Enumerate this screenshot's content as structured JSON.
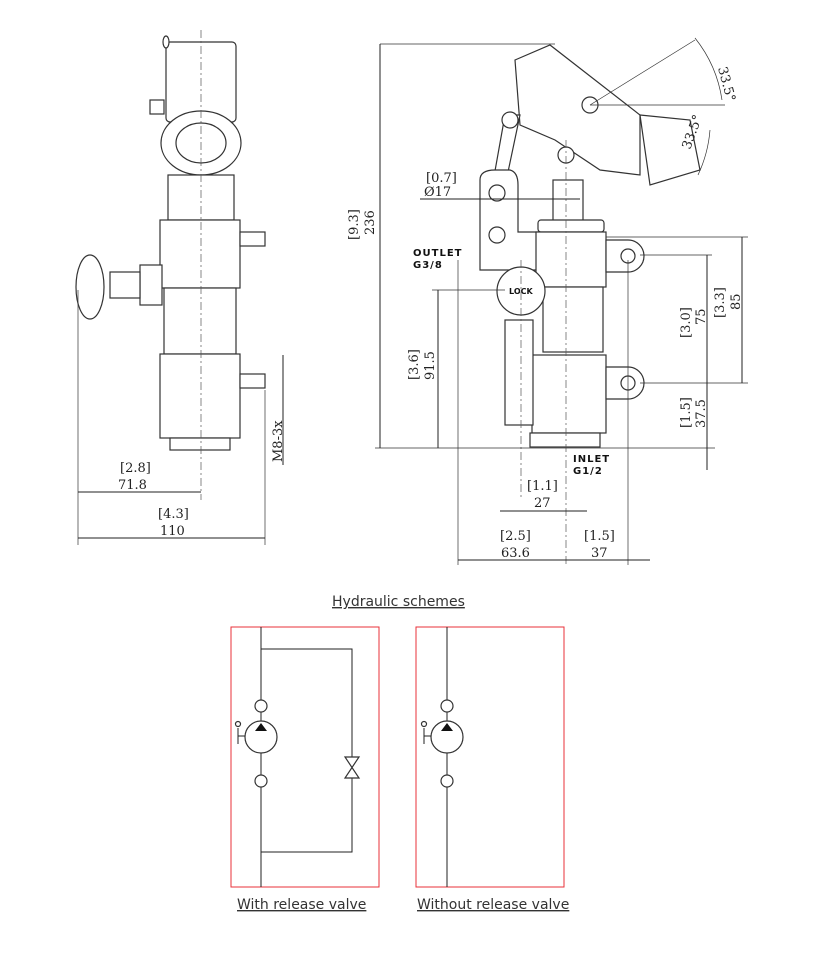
{
  "side_view": {
    "dims": {
      "width_to_axis_in": "[2.8]",
      "width_to_axis_mm": "71.8",
      "overall_width_in": "[4.3]",
      "overall_width_mm": "110",
      "mount_thread": "M8-3x"
    }
  },
  "front_view": {
    "dims": {
      "height_in": "[9.3]",
      "height_mm": "236",
      "bore_in": "[0.7]",
      "bore_mm": "Ø17",
      "outlet_height_in": "[3.6]",
      "outlet_height_mm": "91.5",
      "mount_spacing_in": "[3.0]",
      "mount_spacing_mm": "75",
      "body_height_in": "[3.3]",
      "body_height_mm": "85",
      "mount_base_in": "[1.5]",
      "mount_base_mm": "37.5",
      "knob_offset_in": "[1.1]",
      "knob_offset_mm": "27",
      "outlet_offset_in": "[2.5]",
      "outlet_offset_mm": "63.6",
      "mount_offset_in": "[1.5]",
      "mount_offset_mm": "37",
      "lever_angle_1": "33.5°",
      "lever_angle_2": "33.5°"
    },
    "outlet_label": "OUTLET",
    "outlet_thread": "G3/8",
    "inlet_label": "INLET",
    "inlet_thread": "G1/2",
    "lock_label": "LOCK"
  },
  "schemes": {
    "title": "Hydraulic schemes",
    "with_valve_caption": "With release valve",
    "without_valve_caption": "Without release valve",
    "boundary_color": "#e9303a"
  }
}
